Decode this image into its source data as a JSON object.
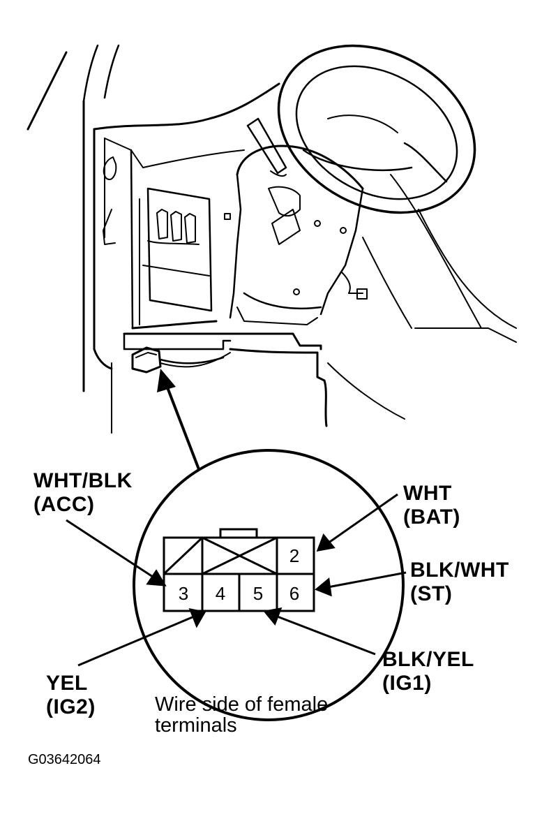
{
  "labels": {
    "wht_blk": {
      "wire": "WHT/BLK",
      "circuit": "(ACC)"
    },
    "wht": {
      "wire": "WHT",
      "circuit": "(BAT)"
    },
    "blk_wht": {
      "wire": "BLK/WHT",
      "circuit": "(ST)"
    },
    "blk_yel": {
      "wire": "BLK/YEL",
      "circuit": "(IG1)"
    },
    "yel": {
      "wire": "YEL",
      "circuit": "(IG2)"
    }
  },
  "caption": {
    "line1": "Wire side of female",
    "line2": "terminals"
  },
  "connector": {
    "pins": {
      "p2": "2",
      "p3": "3",
      "p4": "4",
      "p5": "5",
      "p6": "6"
    }
  },
  "figure_id": "G03642064",
  "colors": {
    "ink": "#000000",
    "paper": "#ffffff"
  }
}
